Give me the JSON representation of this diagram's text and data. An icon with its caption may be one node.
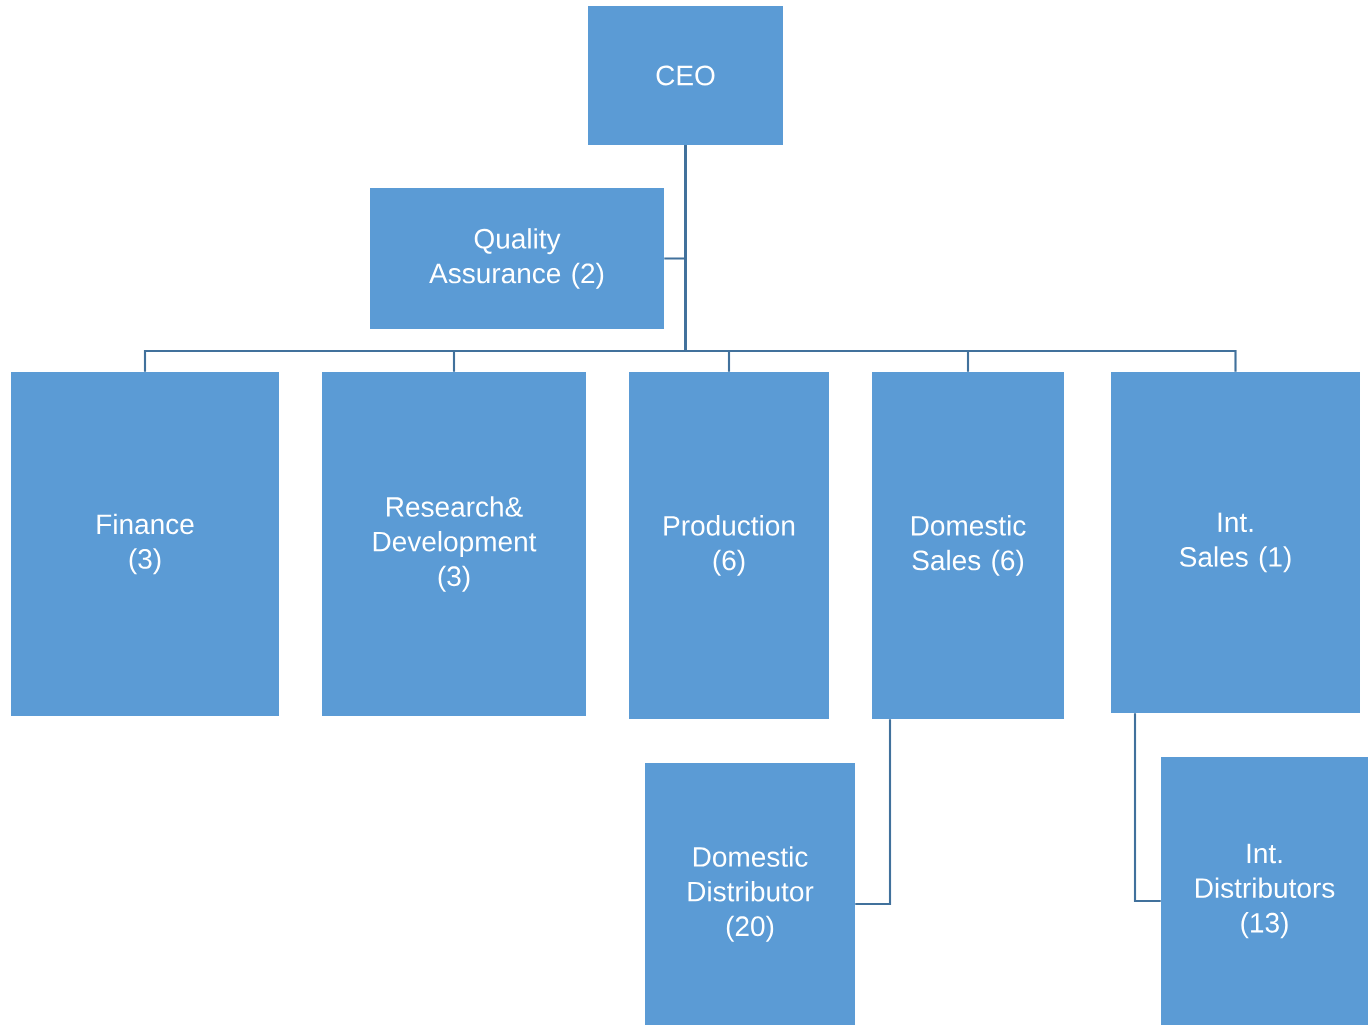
{
  "diagram": {
    "nodes": [
      {
        "text": [
          "CEO"
        ]
      },
      {
        "text": [
          "Quality Assurance (2)"
        ]
      },
      {
        "text": [
          "Finance (3)"
        ]
      },
      {
        "text": [
          "Research& Development (3)"
        ]
      },
      {
        "text": [
          "Production (6)"
        ]
      },
      {
        "text": [
          "Domestic Sales (6)"
        ]
      },
      {
        "text": [
          "Int. Sales (1)"
        ]
      },
      {
        "text": [
          "Domestic Distributor (20)"
        ]
      },
      {
        "text": [
          "Int. Distributors (13)"
        ]
      }
    ],
    "edges": [
      {
        "from": 0,
        "to": 1,
        "arrow": "none"
      },
      {
        "from": 0,
        "to": 2,
        "arrow": "none"
      },
      {
        "from": 0,
        "to": 3,
        "arrow": "none"
      },
      {
        "from": 0,
        "to": 4,
        "arrow": "none"
      },
      {
        "from": 0,
        "to": 5,
        "arrow": "none"
      },
      {
        "from": 0,
        "to": 6,
        "arrow": "none"
      },
      {
        "from": 5,
        "to": 7,
        "arrow": "none"
      },
      {
        "from": 6,
        "to": 8,
        "arrow": "none"
      }
    ]
  }
}
